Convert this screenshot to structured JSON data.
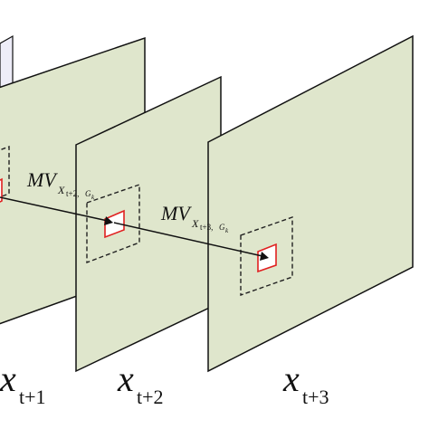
{
  "colors": {
    "frame_fill": "#dfe6cc",
    "frame_stroke": "#111111",
    "left_panel_fill": "#eeedf8",
    "box_stroke": "#e02020",
    "guide_stroke": "#222222",
    "arrow": "#111111",
    "text": "#111111"
  },
  "frame_labels": [
    {
      "base": "x",
      "sub": "t+1"
    },
    {
      "base": "x",
      "sub": "t+2"
    },
    {
      "base": "x",
      "sub": "t+3"
    }
  ],
  "motion_vectors": [
    {
      "base": "MV",
      "sub1": "X",
      "sub2": "t+2,",
      "sub3": "G",
      "sub4": "k"
    },
    {
      "base": "MV",
      "sub1": "X",
      "sub2": "t+3,",
      "sub3": "G",
      "sub4": "k"
    }
  ]
}
